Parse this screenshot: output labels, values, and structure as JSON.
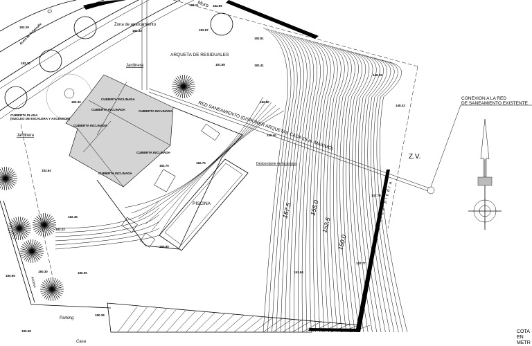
{
  "street": {
    "prefix": "C/",
    "wall": "Muro",
    "sidewalk": "Acera de Peñalcolla"
  },
  "labels": {
    "parking_zone": "Zona de aparcamiento",
    "planter_top": "Jardinera",
    "planter_left": "Jardinera",
    "residual_box": "ARQUETA DE RESIDUALES",
    "sewer_network": "RED SANEAMIENTO (DISPONER ARQUETAS CADA 15 m. MAXIMO)",
    "flat_roof": "CUBIERTA PLANA",
    "flat_roof_note": "(NUCLEO DE ESCALERA Y ASCENSOR)",
    "sloped_roof": "CUBIERTA INCLINADA",
    "pool": "PISCINA",
    "overflow": "Desbordante de la piscina",
    "access": "Acceso",
    "parking": "Parking",
    "house": "Casa",
    "green_zone": "Z.V.",
    "stone_wall": "Muro de piedra",
    "connection_line1": "CONEXION A LA RED",
    "connection_line2": "DE SANEAMIENTO EXISTENTE",
    "units_line1": "COTA",
    "units_line2": "EN",
    "units_line3": "METR"
  },
  "elevations": [
    "183.11",
    "182.89",
    "182.87",
    "182.81",
    "181.88",
    "182.41",
    "182.29",
    "182.30",
    "182.20",
    "182.30",
    "182.80",
    "182.64",
    "182.70",
    "182.75",
    "146.40",
    "148.09",
    "148.42",
    "182.45",
    "182.22",
    "180.30",
    "180.96",
    "180.05",
    "180.80",
    "180.39",
    "180.68",
    "147.75",
    "147.77",
    "153.84"
  ],
  "contour_labels": [
    "157.5",
    "155.0",
    "152.5",
    "150.0"
  ],
  "colors": {
    "roof_fill": "#d4d4d4",
    "line": "#000000"
  }
}
